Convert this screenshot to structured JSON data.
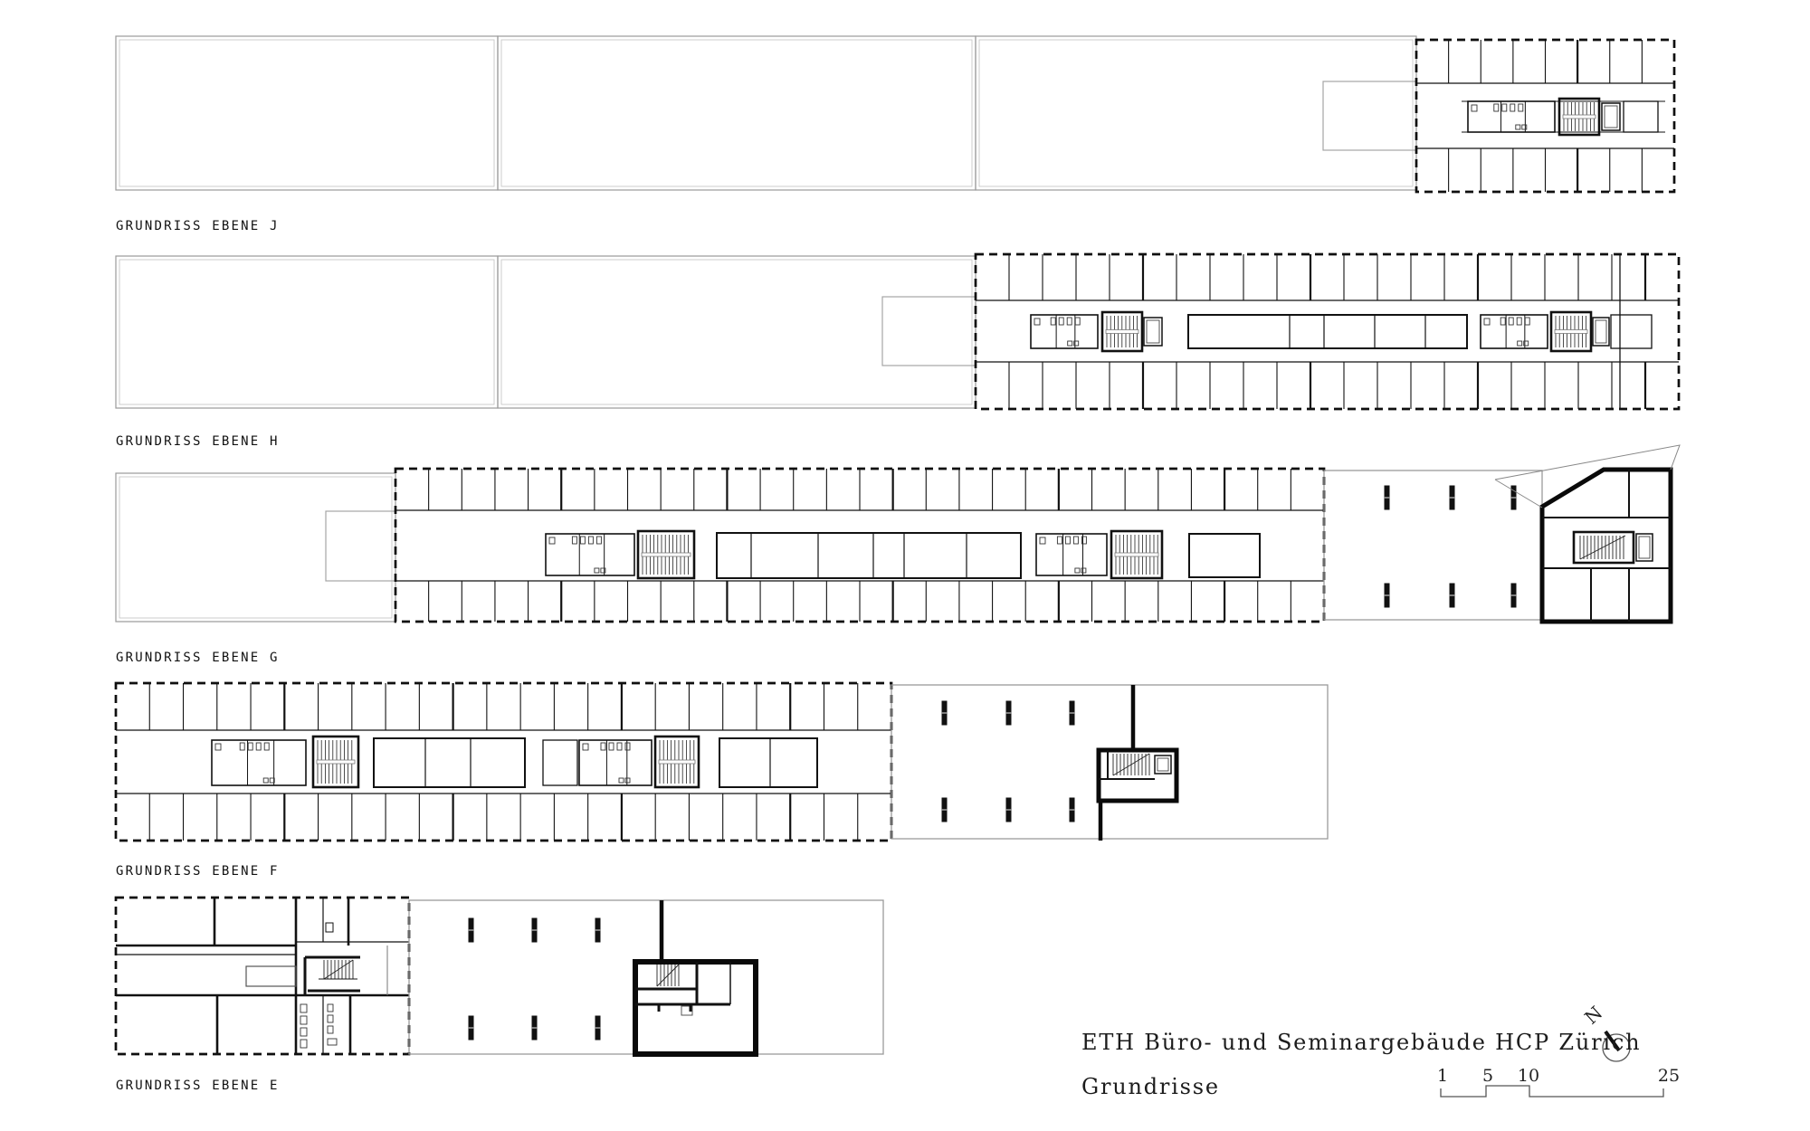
{
  "sheet": {
    "background": "#ffffff",
    "ink": "#111111",
    "line_gray": "#9a9a9a"
  },
  "plans": [
    {
      "id": "ebene-j",
      "label": "GRUNDRISS EBENE J"
    },
    {
      "id": "ebene-h",
      "label": "GRUNDRISS EBENE H"
    },
    {
      "id": "ebene-g",
      "label": "GRUNDRISS EBENE G"
    },
    {
      "id": "ebene-f",
      "label": "GRUNDRISS EBENE F"
    },
    {
      "id": "ebene-e",
      "label": "GRUNDRISS EBENE E"
    }
  ],
  "title_block": {
    "title": "ETH Büro- und Seminargebäude HCP Zürich",
    "subtitle": "Grundrisse"
  },
  "north_indicator": {
    "label": "N"
  },
  "scale_bar": {
    "ticks": [
      "1",
      "5",
      "10",
      "25"
    ]
  }
}
